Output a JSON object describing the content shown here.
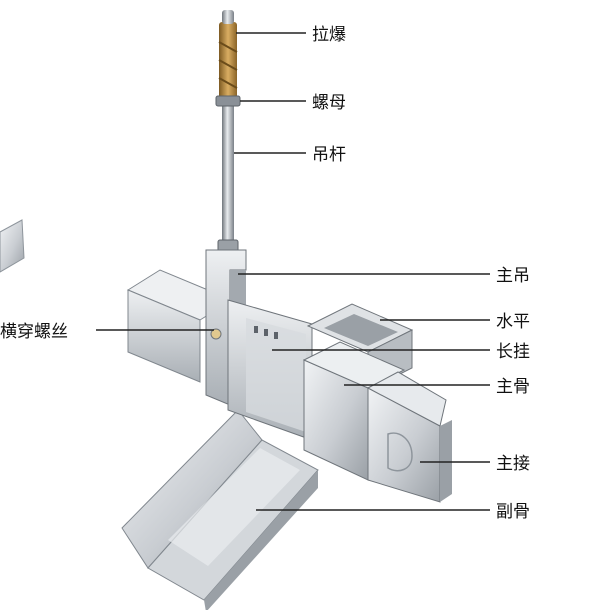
{
  "labels": {
    "expansion_bolt": "拉爆",
    "nut": "螺母",
    "hanger_rod": "吊杆",
    "main_hanger": "主吊",
    "cross_screw": "横穿螺丝",
    "level_clip": "水平",
    "long_hanger": "长挂",
    "main_keel": "主骨",
    "main_connector": "主接",
    "secondary_keel": "副骨"
  },
  "colors": {
    "metal_light": "#e4e7ea",
    "metal_mid": "#c4c9ce",
    "metal_dark": "#8e959c",
    "bolt_gold": "#b8893f",
    "leader": "#222222"
  }
}
